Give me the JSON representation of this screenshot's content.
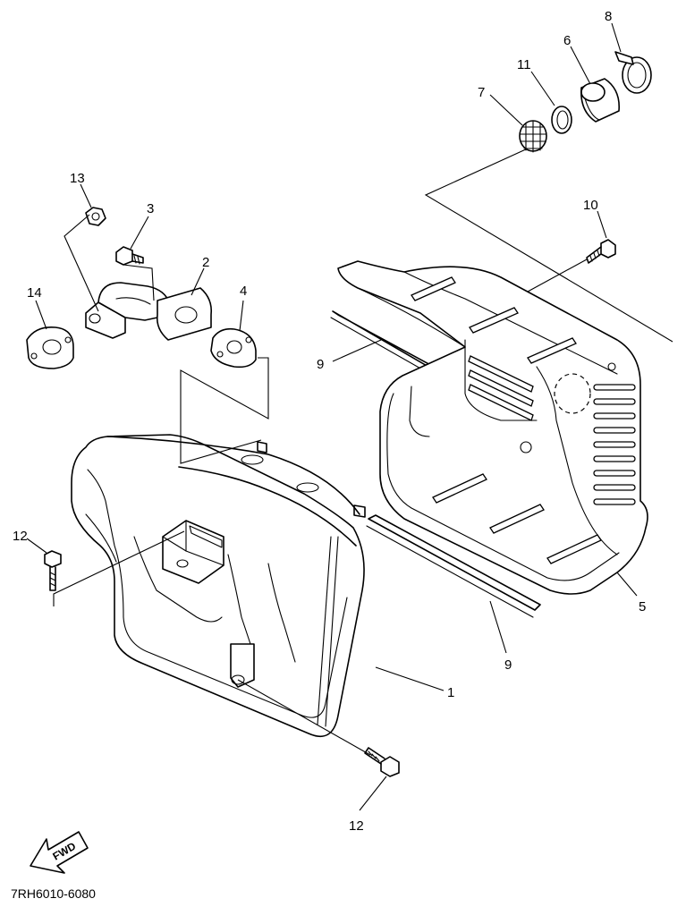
{
  "diagram": {
    "part_numbers": [
      "1",
      "2",
      "3",
      "4",
      "5",
      "6",
      "7",
      "8",
      "9",
      "9",
      "10",
      "11",
      "12",
      "12",
      "13",
      "14"
    ],
    "labels": {
      "p1": "1",
      "p2": "2",
      "p3": "3",
      "p4": "4",
      "p5": "5",
      "p6": "6",
      "p7": "7",
      "p8": "8",
      "p9a": "9",
      "p9b": "9",
      "p10": "10",
      "p11": "11",
      "p12a": "12",
      "p12b": "12",
      "p13": "13",
      "p14": "14"
    },
    "fwd_label": "FWD",
    "drawing_code": "7RH6010-6080"
  }
}
